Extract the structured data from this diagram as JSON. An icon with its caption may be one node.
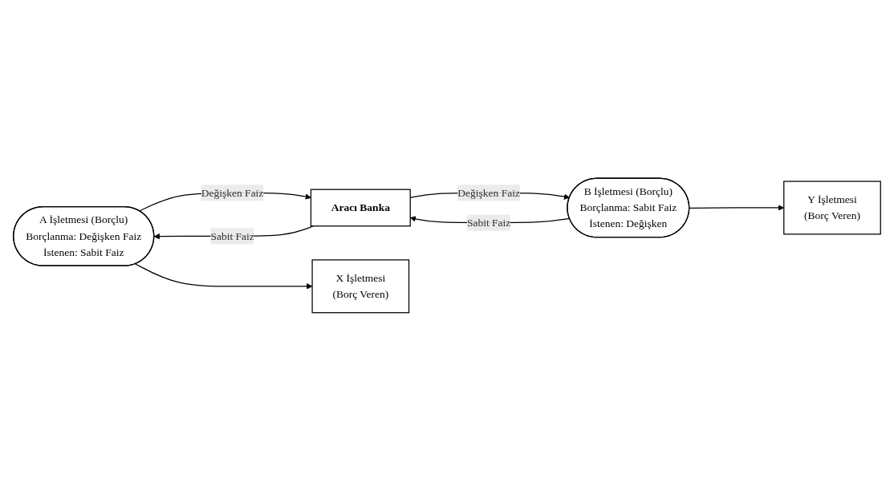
{
  "diagram": {
    "nodes": [
      {
        "text": [
          "A İşletmesi (Borçlu)",
          "Borçlanma: Değişken Faiz",
          "İstenen: Sabit Faiz"
        ]
      },
      {
        "text": [
          "Aracı Banka"
        ]
      },
      {
        "text": [
          "B İşletmesi (Borçlu)",
          "Borçlanma: Sabit Faiz",
          "İstenen: Değişken"
        ]
      },
      {
        "text": [
          "X İşletmesi",
          "(Borç Veren)"
        ]
      },
      {
        "text": [
          "Y İşletmesi",
          "(Borç Veren)"
        ]
      }
    ],
    "edges": [
      {
        "from": 0,
        "to": 1,
        "arrow": "to",
        "label": "Değişken Faiz"
      },
      {
        "from": 1,
        "to": 2,
        "arrow": "to",
        "label": "Değişken Faiz"
      },
      {
        "from": 2,
        "to": 1,
        "arrow": "to",
        "label": "Sabit Faiz"
      },
      {
        "from": 1,
        "to": 0,
        "arrow": "to",
        "label": "Sabit Faiz"
      },
      {
        "from": 0,
        "to": 3,
        "arrow": "to"
      },
      {
        "from": 2,
        "to": 4,
        "arrow": "to"
      }
    ]
  }
}
